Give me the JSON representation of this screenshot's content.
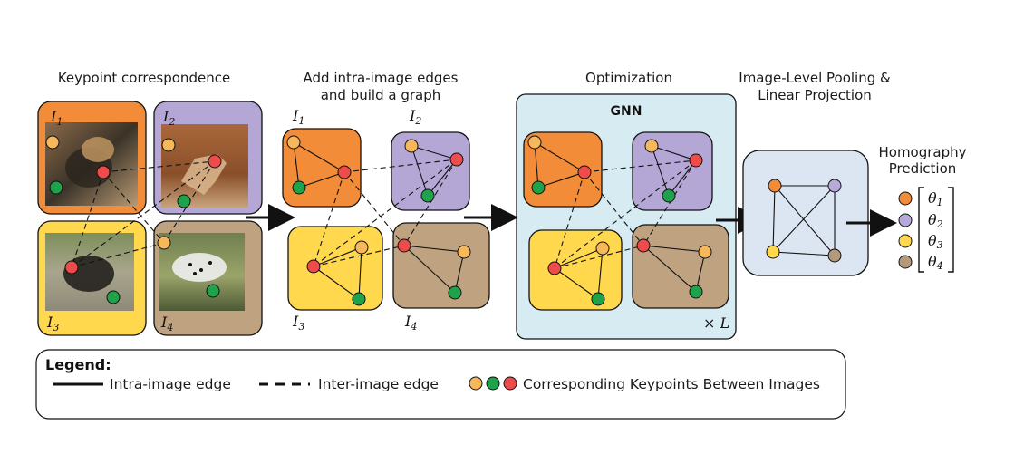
{
  "colors": {
    "orange": "#F28C38",
    "purple": "#B4A7D6",
    "yellow": "#FFD84D",
    "brown": "#BFA27F",
    "node_orange": "#F7B85C",
    "node_green": "#1FA34A",
    "node_red": "#EE4B4B",
    "gnn_bg": "#D6EBF2",
    "pool_bg": "#DCE6F2",
    "node_purple": "#B7A9D9",
    "node_yellow": "#FFD84D",
    "node_brown": "#B39A7C"
  },
  "stages": {
    "correspondence_title": "Keypoint correspondence",
    "graph_title_1": "Add intra-image edges",
    "graph_title_2": "and build a graph",
    "optimization_title": "Optimization",
    "gnn_label": "GNN",
    "repeat_label": "× L",
    "pooling_title_1": "Image-Level Pooling &",
    "pooling_title_2": "Linear Projection",
    "prediction_title_1": "Homography",
    "prediction_title_2": "Prediction"
  },
  "images": [
    {
      "symbol": "I",
      "index": "1"
    },
    {
      "symbol": "I",
      "index": "2"
    },
    {
      "symbol": "I",
      "index": "3"
    },
    {
      "symbol": "I",
      "index": "4"
    }
  ],
  "thetas": [
    {
      "symbol": "θ",
      "index": "1"
    },
    {
      "symbol": "θ",
      "index": "2"
    },
    {
      "symbol": "θ",
      "index": "3"
    },
    {
      "symbol": "θ",
      "index": "4"
    }
  ],
  "legend": {
    "title": "Legend:",
    "intra_label": "Intra-image edge",
    "inter_label": "Inter-image edge",
    "keypoints_label": "Corresponding Keypoints Between Images"
  }
}
